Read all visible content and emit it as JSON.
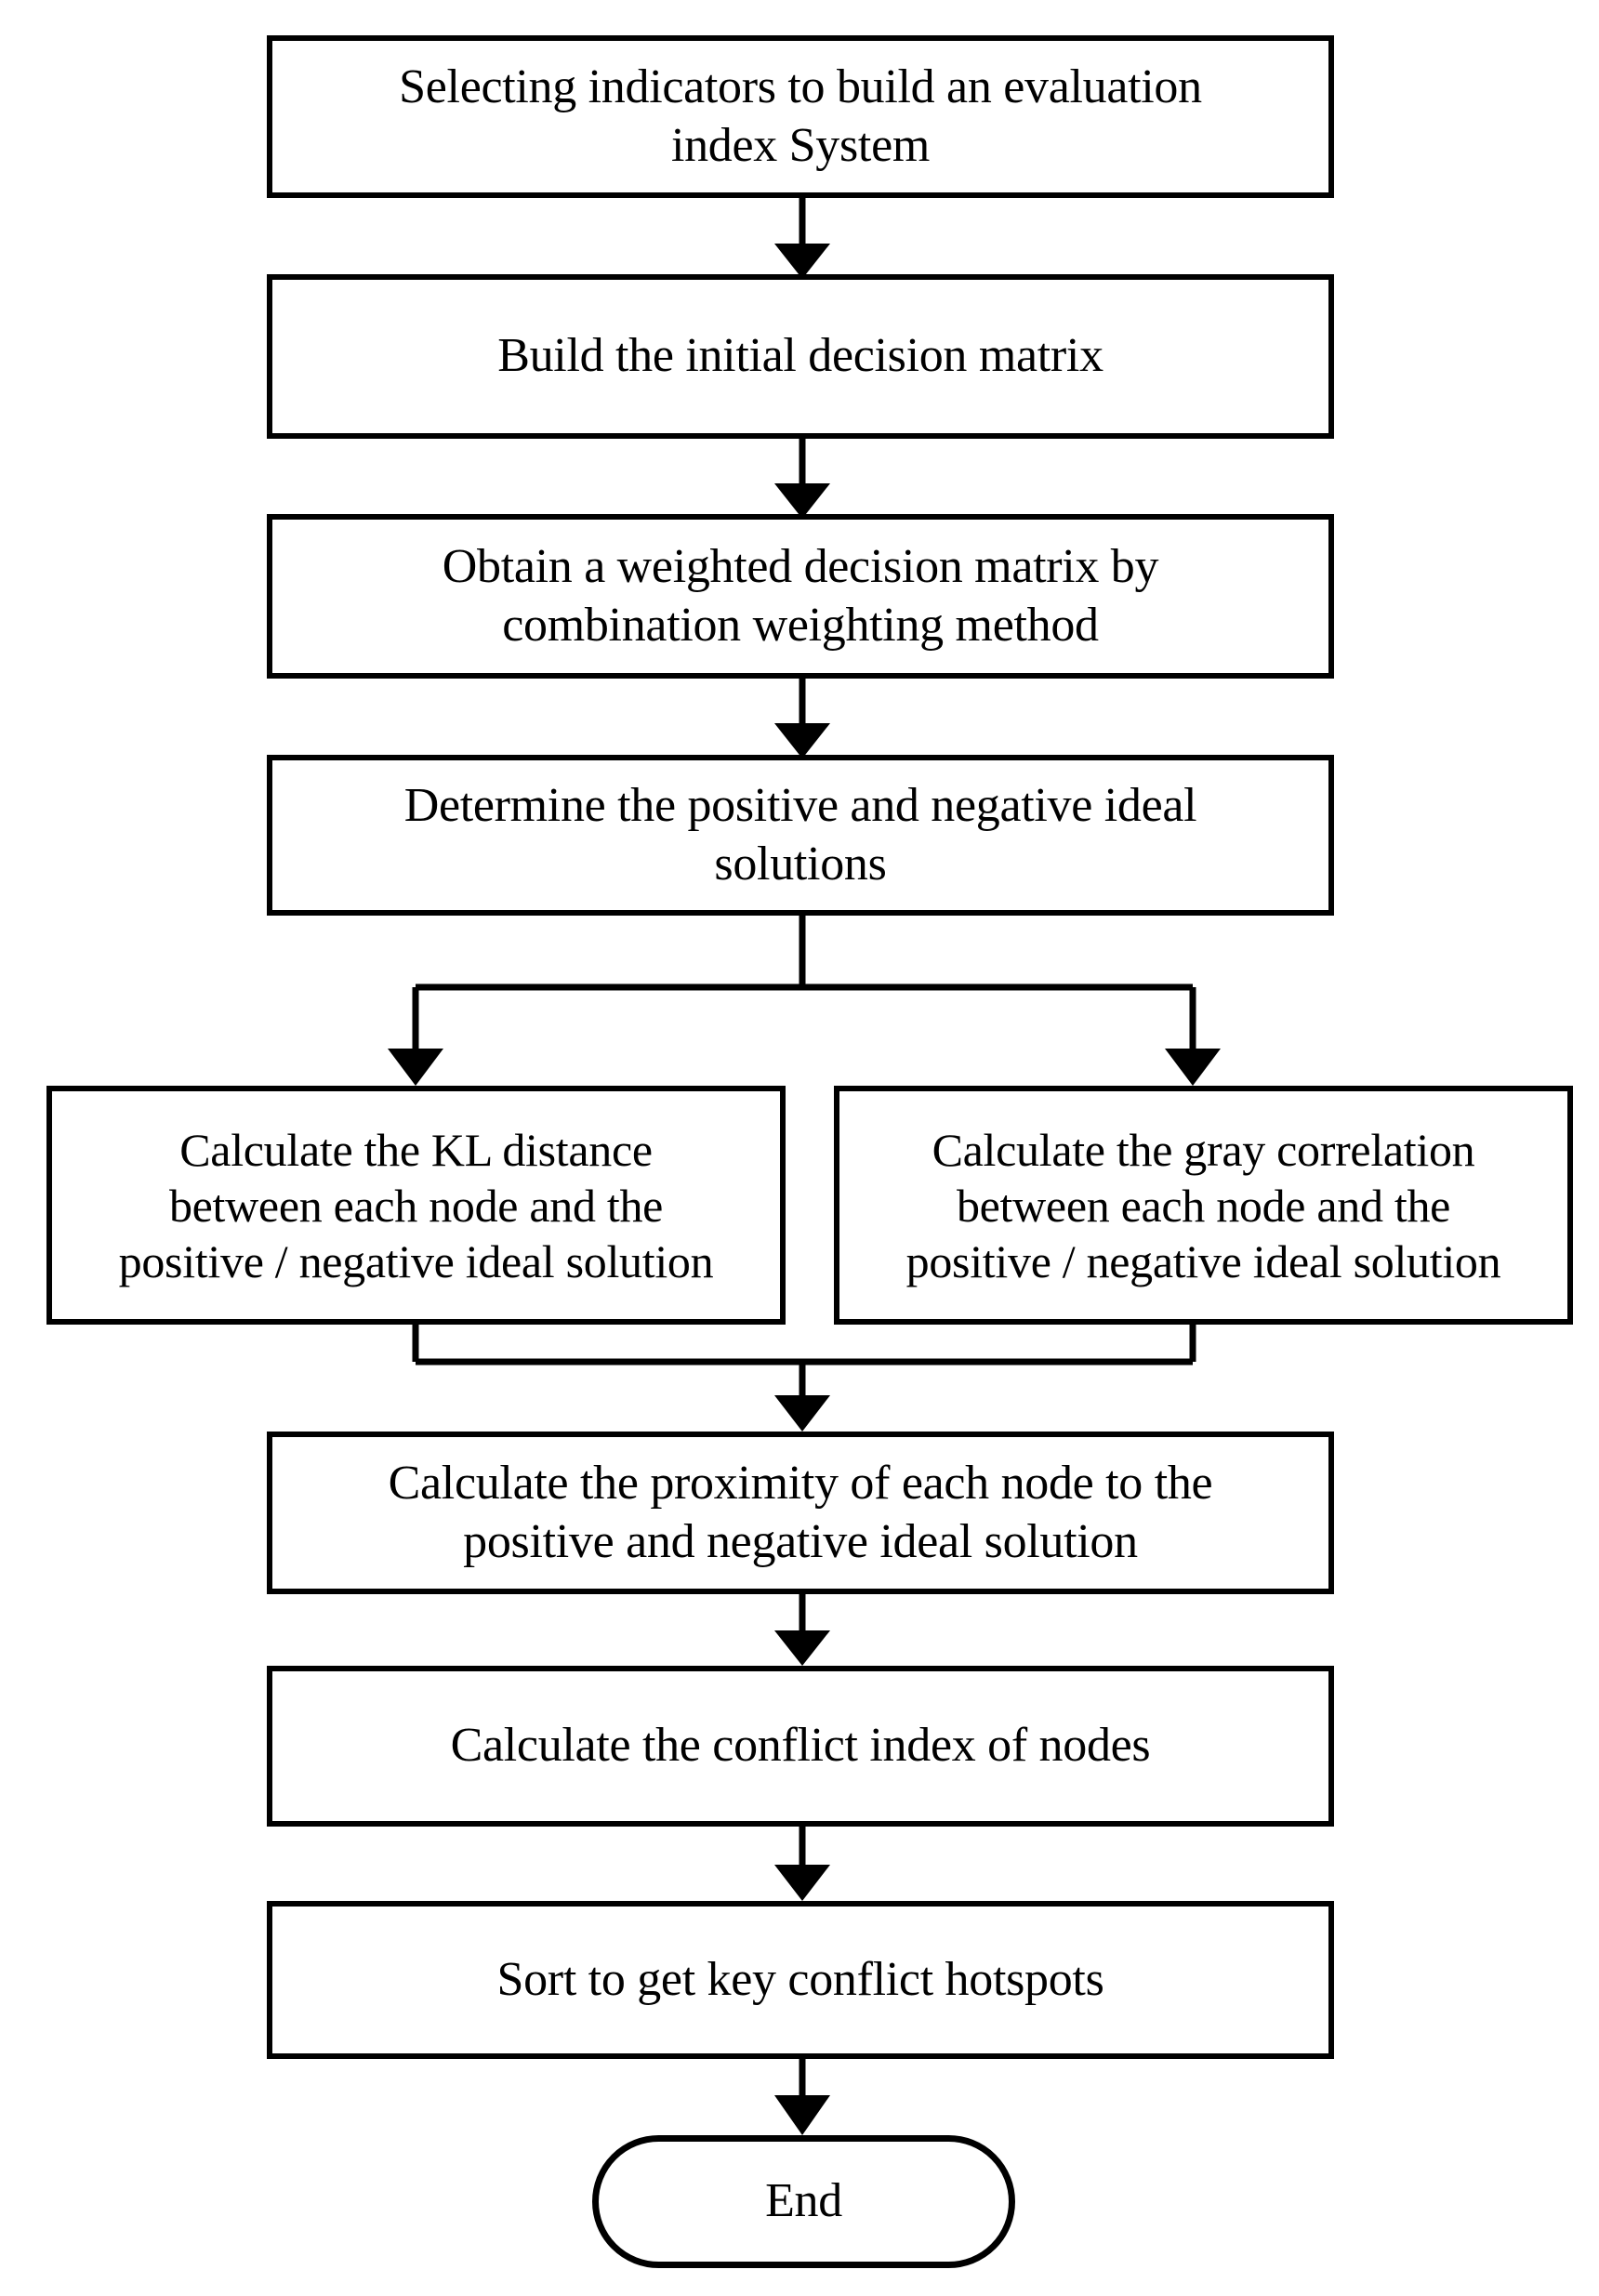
{
  "diagram": {
    "type": "flowchart",
    "orientation": "top-to-bottom",
    "background_color": "#ffffff",
    "line_color": "#000000",
    "text_color": "#000000",
    "nodes": [
      {
        "id": "n1",
        "shape": "rectangle",
        "label": "Selecting indicators to build an evaluation\nindex System"
      },
      {
        "id": "n2",
        "shape": "rectangle",
        "label": "Build the initial decision matrix"
      },
      {
        "id": "n3",
        "shape": "rectangle",
        "label": "Obtain a weighted decision matrix by\ncombination weighting method"
      },
      {
        "id": "n4",
        "shape": "rectangle",
        "label": "Determine the positive and negative ideal\nsolutions"
      },
      {
        "id": "n5a",
        "shape": "rectangle",
        "label": "Calculate the KL distance\nbetween each node and the\npositive / negative ideal solution"
      },
      {
        "id": "n5b",
        "shape": "rectangle",
        "label": "Calculate the gray correlation\nbetween each node and the\npositive / negative ideal solution"
      },
      {
        "id": "n6",
        "shape": "rectangle",
        "label": "Calculate the proximity of each node to the\npositive and negative ideal solution"
      },
      {
        "id": "n7",
        "shape": "rectangle",
        "label": "Calculate the conflict index of nodes"
      },
      {
        "id": "n8",
        "shape": "rectangle",
        "label": "Sort to get key conflict hotspots"
      },
      {
        "id": "n9",
        "shape": "stadium",
        "label": "End"
      }
    ],
    "edges": [
      {
        "from": "n1",
        "to": "n2",
        "style": "arrow"
      },
      {
        "from": "n2",
        "to": "n3",
        "style": "arrow"
      },
      {
        "from": "n3",
        "to": "n4",
        "style": "arrow"
      },
      {
        "from": "n4",
        "to": "n5a",
        "style": "split-arrow"
      },
      {
        "from": "n4",
        "to": "n5b",
        "style": "split-arrow"
      },
      {
        "from": "n5a",
        "to": "n6",
        "style": "merge-arrow"
      },
      {
        "from": "n5b",
        "to": "n6",
        "style": "merge-arrow"
      },
      {
        "from": "n6",
        "to": "n7",
        "style": "arrow"
      },
      {
        "from": "n7",
        "to": "n8",
        "style": "arrow"
      },
      {
        "from": "n8",
        "to": "n9",
        "style": "arrow"
      }
    ]
  }
}
